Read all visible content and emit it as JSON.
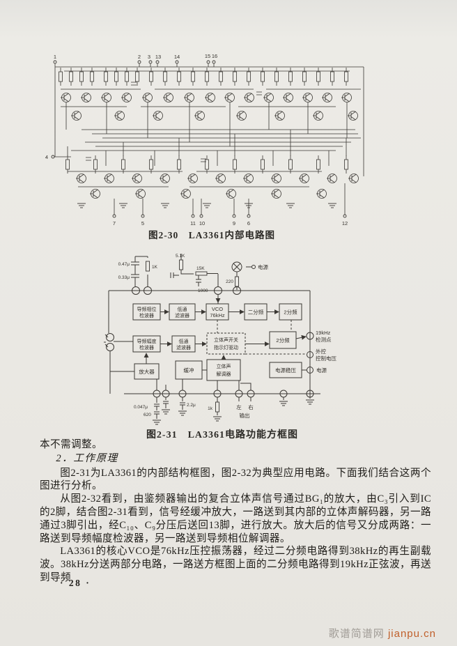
{
  "page": {
    "number": "· 28 ·",
    "watermark_site": "歌谱简谱网",
    "watermark_url": "jianpu.cn"
  },
  "fig230": {
    "caption": "图2-30　LA3361内部电路图",
    "top_pins": [
      "1",
      "2",
      "3",
      "13",
      "14",
      "15",
      "16"
    ],
    "left_pins": [
      "4"
    ],
    "bottom_pins": [
      "7",
      "5",
      "11",
      "10",
      "9",
      "6",
      "12"
    ]
  },
  "fig231": {
    "caption": "图2-31　LA3361电路功能方框图",
    "blocks": {
      "pilot_phase": {
        "l1": "导频相位",
        "l2": "检波器"
      },
      "lpf1": {
        "l1": "低通",
        "l2": "滤波器"
      },
      "vco": {
        "l1": "VCO",
        "l2": "76kHz"
      },
      "div_a": "二分频",
      "div_b": "2分频",
      "pilot_amp": {
        "l1": "导频幅度",
        "l2": "检波器"
      },
      "lpf2": {
        "l1": "低通",
        "l2": "滤波器"
      },
      "stereo_switch": {
        "l1": "立体声开关",
        "l2": "指示灯驱动"
      },
      "div_c": "2分频",
      "amp": "放大器",
      "buffer": "缓冲",
      "stereo_demod": {
        "l1": "立体声",
        "l2": "解调器"
      },
      "regulator": "电源稳压"
    },
    "labels": {
      "c1": "0.47μ",
      "r1": "1K",
      "c2": "0.33μ",
      "r2": "5.1K",
      "r3": "15K",
      "c3": "1000",
      "r4": "220",
      "power_top": "电源",
      "det_l1": "19kHz",
      "det_l2": "检测点",
      "ext_l1": "外控",
      "ext_l2": "控制电压",
      "power_right": "电源",
      "c4": "0.047μ",
      "c5": "620",
      "c6": "2.2μ",
      "r5": "1k",
      "out_left": "左",
      "out_right": "右",
      "out": "输出"
    }
  },
  "text": {
    "p1": "本不需调整。",
    "p2": "2．工作原理",
    "p3": "图2-31为LA3361的内部结构框图，图2-32为典型应用电路。下面我们结合这两个图进行分析。",
    "p4": "从图2-32看到，由鉴频器输出的复合立体声信号通过BG₁的放大，由C₃引入到IC的2脚，结合图2-31看到，信号经缓冲放大，一路送到其内部的立体声解码器，另一路通过3脚引出，经C₁₀、C₉分压后送回13脚，进行放大。放大后的信号又分成两路：一路送到导频幅度检波器，另一路送到导频相位解调器。",
    "p5": "LA3361的核心VCO是76kHz压控振荡器，经过二分频电路得到38kHz的再生副载波。38kHz分送两部分电路，一路送方框图上面的二分频电路得到19kHz正弦波，再送到导频"
  },
  "colors": {
    "ink": "#3a3733",
    "paper": "#eae8e3",
    "watermark_gray": "#a09c96",
    "watermark_orange": "#c05f2a"
  }
}
